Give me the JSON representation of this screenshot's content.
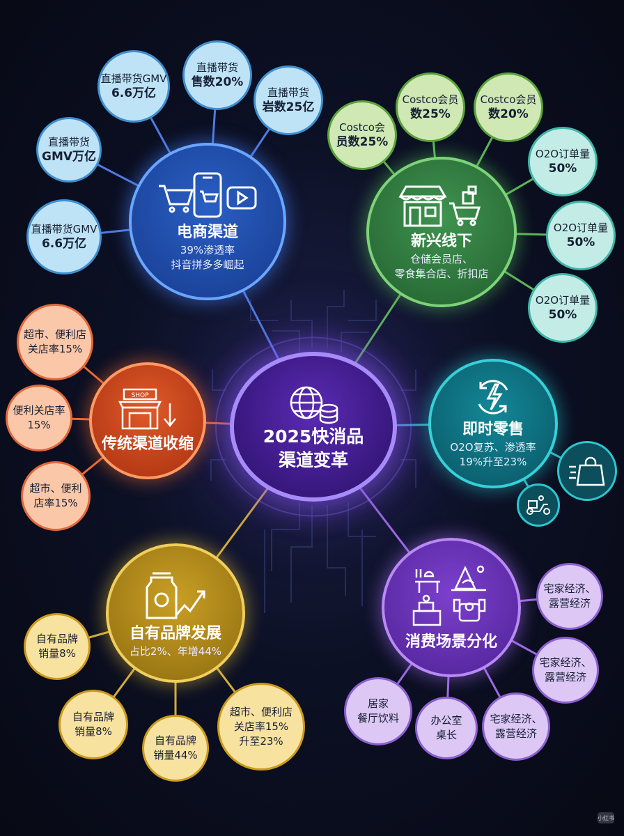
{
  "center": {
    "title_line1": "2025快消品",
    "title_line2": "渠道变革",
    "icon": "globe-database-icon"
  },
  "hubs": {
    "ecommerce": {
      "title": "电商渠道",
      "sub1": "39%渗透率",
      "sub2": "抖音拼多多崛起",
      "icon": "cart-phone-video-icon",
      "color": "#1e4aa8"
    },
    "offline": {
      "title": "新兴线下",
      "sub1": "仓储会员店、",
      "sub2": "零食集合店、折扣店",
      "icon": "store-cart-icon",
      "color": "#2f7a3c"
    },
    "instant": {
      "title": "即时零售",
      "sub1": "O2O复苏、渗透率",
      "sub2": "19%升至23%",
      "icon": "lightning-refresh-icon",
      "color": "#0d6a78"
    },
    "scenes": {
      "title": "消费场景分化",
      "icon": "scene-icons",
      "color": "#6b33b8"
    },
    "private": {
      "title": "自有品牌发展",
      "sub1": "占比2%、年增44%",
      "icon": "bag-growth-icon",
      "color": "#b8901c"
    },
    "traditional": {
      "title": "传统渠道收缩",
      "icon": "shop-decline-icon",
      "shop_sign": "SHOP",
      "color": "#d2441c"
    }
  },
  "bubbles": {
    "ecommerce": [
      {
        "line1": "直播带货GMV",
        "line2": "6.6万亿"
      },
      {
        "line1": "直播带货",
        "line2": "售数20%"
      },
      {
        "line1": "直播带货",
        "line2": "岩数25亿"
      },
      {
        "line1": "直播带货",
        "line2": "GMV万亿"
      },
      {
        "line1": "直播带货GMV",
        "line2": "6.6万亿"
      }
    ],
    "offline": [
      {
        "line1": "Costco会",
        "line2": "员数25%"
      },
      {
        "line1": "Costco会员",
        "line2": "数25%"
      },
      {
        "line1": "Costco会员",
        "line2": "数20%"
      },
      {
        "line1": "O2O订单量",
        "line2": "50%"
      },
      {
        "line1": "O2O订单量",
        "line2": "50%"
      },
      {
        "line1": "O2O订单量",
        "line2": "50%"
      }
    ],
    "traditional": [
      {
        "line1": "超市、便利店",
        "line2": "关店率15%"
      },
      {
        "line1": "便利关店率",
        "line2": "15%"
      },
      {
        "line1": "超市、便利",
        "line2": "店率15%"
      }
    ],
    "private": [
      {
        "line1": "自有品牌",
        "line2": "销量8%"
      },
      {
        "line1": "自有品牌",
        "line2": "销量8%"
      },
      {
        "line1": "自有品牌",
        "line2": "销量44%"
      },
      {
        "line1": "超市、便利店",
        "line2": "关店率15%",
        "line3": "升至23%"
      }
    ],
    "scenes": [
      {
        "line1": "宅家经济、",
        "line2": "露营经济"
      },
      {
        "line1": "宅家经济、",
        "line2": "露营经济"
      },
      {
        "line1": "宅家经济、",
        "line2": "露营经济"
      },
      {
        "line1": "办公室",
        "line2": "桌长"
      },
      {
        "line1": "居家",
        "line2": "餐厅饮料"
      }
    ]
  },
  "instant_icons": [
    "shopping-bag-icon",
    "delivery-scooter-icon"
  ],
  "watermark": "小红书",
  "colors": {
    "ecommerce_bubble": "#bfe3f6",
    "ecommerce_border": "#3f8fd0",
    "offline_bubble": "#cfe8b4",
    "offline_border": "#5aa13a",
    "o2o_bubble": "#c4ece6",
    "o2o_border": "#3fb7a8",
    "traditional_bubble": "#fbc7a9",
    "traditional_border": "#e2683a",
    "private_bubble": "#f8e2a0",
    "private_border": "#c99a1c",
    "scenes_bubble": "#dcc7f5",
    "scenes_border": "#8b5fd0"
  }
}
